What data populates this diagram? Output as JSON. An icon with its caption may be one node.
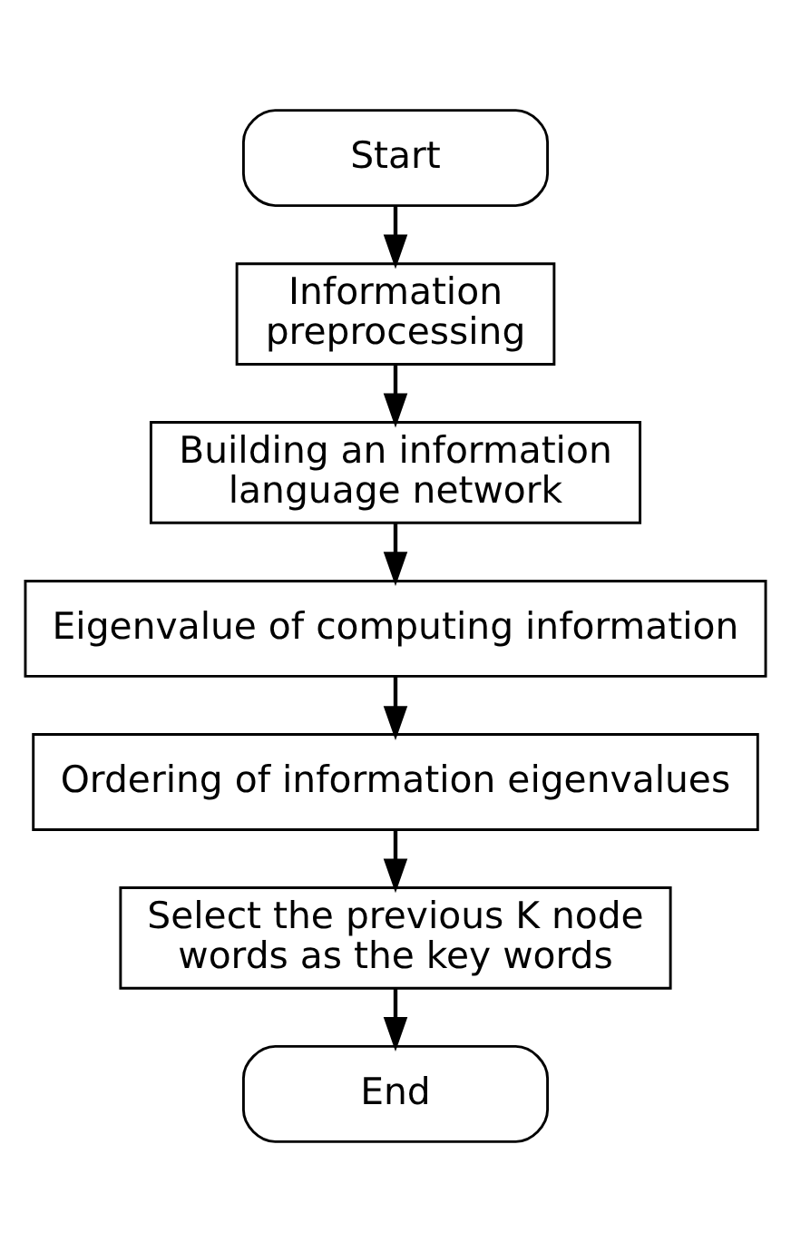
{
  "diagram": {
    "nodes": [
      {
        "text": [
          "Start"
        ]
      },
      {
        "text": [
          "Information preprocessing"
        ]
      },
      {
        "text": [
          "Building an information language network"
        ]
      },
      {
        "text": [
          "Eigenvalue of computing information"
        ]
      },
      {
        "text": [
          "Ordering of information eigenvalues"
        ]
      },
      {
        "text": [
          "Select the previous K node words as the key words"
        ]
      },
      {
        "text": [
          "End"
        ]
      }
    ],
    "edges": [
      {
        "from": 0,
        "to": 1,
        "arrow": "to"
      },
      {
        "from": 1,
        "to": 2,
        "arrow": "to"
      },
      {
        "from": 2,
        "to": 3,
        "arrow": "to"
      },
      {
        "from": 3,
        "to": 4,
        "arrow": "to"
      },
      {
        "from": 4,
        "to": 5,
        "arrow": "to"
      },
      {
        "from": 5,
        "to": 6,
        "arrow": "to"
      }
    ]
  }
}
